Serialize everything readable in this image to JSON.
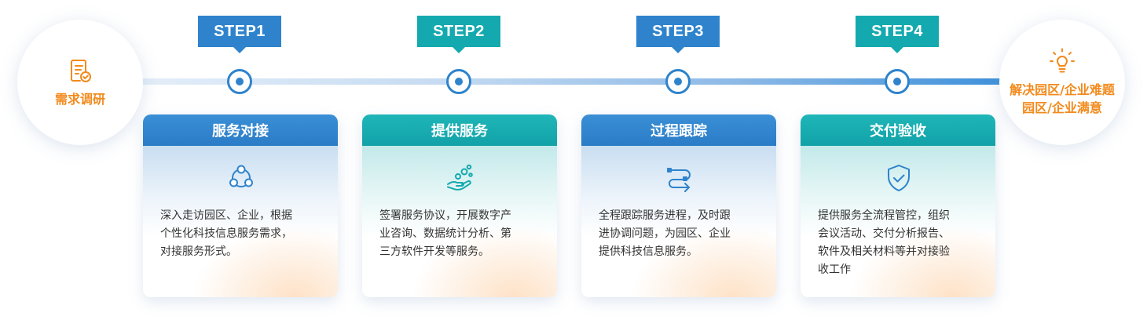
{
  "start": {
    "label": "需求调研",
    "icon": "document-check-icon"
  },
  "end": {
    "line1": "解决园区/企业难题",
    "line2": "园区/企业满意",
    "icon": "lightbulb-icon"
  },
  "colors": {
    "blue": "#2e83cc",
    "teal": "#14a9ae",
    "orange": "#f28a1c"
  },
  "steps": [
    {
      "badge": "STEP1",
      "title": "服务对接",
      "icon": "network-nodes-icon",
      "desc": [
        "深入走访园区、企业，根据",
        "个性化科技信息服务需求，",
        "对接服务形式。"
      ]
    },
    {
      "badge": "STEP2",
      "title": "提供服务",
      "icon": "hand-bubbles-icon",
      "desc": [
        "签署服务协议，开展数字产",
        "业咨询、数据统计分析、第",
        "三方软件开发等服务。"
      ]
    },
    {
      "badge": "STEP3",
      "title": "过程跟踪",
      "icon": "process-flow-icon",
      "desc": [
        "全程跟踪服务进程，及时跟",
        "进协调问题，为园区、企业",
        "提供科技信息服务。"
      ]
    },
    {
      "badge": "STEP4",
      "title": "交付验收",
      "icon": "shield-check-icon",
      "desc": [
        "提供服务全流程管控，组织",
        "会议活动、交付分析报告、",
        "软件及相关材料等并对接验",
        "收工作"
      ]
    }
  ]
}
